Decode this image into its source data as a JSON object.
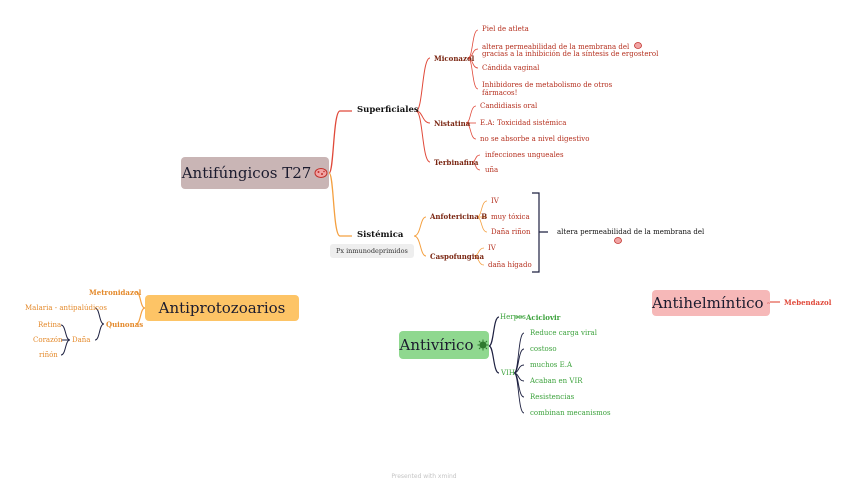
{
  "antifungicos": {
    "title": "Antifúngicos T27",
    "superficiales": {
      "label": "Superficiales",
      "miconazol": {
        "label": "Miconazol",
        "items": [
          "Piel de atleta",
          "altera  permeabilidad de la membrana del",
          "gracias a la inhibición de la síntesis de ergosterol",
          "Cándida vaginal",
          "Inhibidores de metabolismo de otros",
          "fármacos!"
        ]
      },
      "nistatina": {
        "label": "Nistatina",
        "items": [
          "Candidiasis oral",
          "E.A: Toxicidad sistémica",
          "no se absorbe a nivel digestivo"
        ]
      },
      "terbinafina": {
        "label": "Terbinafina",
        "items": [
          "infecciones ungueales",
          "uña"
        ]
      }
    },
    "sistemica": {
      "label": "Sistémica",
      "note": "Px inmunodeprimidos",
      "anfotericina": {
        "label": "Anfotericina B",
        "items": [
          "IV",
          "muy tóxica",
          "Daña riñon"
        ]
      },
      "caspofungina": {
        "label": "Caspofungina",
        "items": [
          "IV",
          "daña hígado"
        ]
      },
      "shared_note": "altera permeabilidad de la membrana del"
    }
  },
  "antiprotozoarios": {
    "title": "Antiprotozoarios",
    "metronidazol": "Metronidazol",
    "quinonas": "Quinonas",
    "malaria": "Malaria - antipalúdicos",
    "dana": "Daña",
    "organs": [
      "Retina",
      "Corazón",
      "riñón"
    ]
  },
  "antivirico": {
    "title": "Antivírico",
    "herpes": "Herpes",
    "aciclovir": "Aciclovir",
    "vih": "VIH",
    "vih_items": [
      "Reduce carga viral",
      "costoso",
      "muchos E.A",
      "Acaban en VIR",
      "Resistencias",
      "combinan  mecanismos"
    ]
  },
  "antihelmintico": {
    "title": "Antihelmíntico",
    "mebendazol": "Mebendazol"
  },
  "footer": "Presented with xmind",
  "icons": [
    "fungus-icon",
    "virus-icon",
    "worm-icon",
    "fungus-small-icon"
  ],
  "colors": {
    "antifungicos_bg": "#c9b5b5",
    "antiprotozoarios_bg": "#fdc466",
    "antivirico_bg": "#8fd88f",
    "antihelmintico_bg": "#f6b8b8",
    "fungal_red": "#e0493a",
    "fungal_orange": "#f4a040",
    "protozoa_orange": "#e48a2c",
    "virus_green": "#3ca23c",
    "dark_navy": "#1d2040"
  }
}
